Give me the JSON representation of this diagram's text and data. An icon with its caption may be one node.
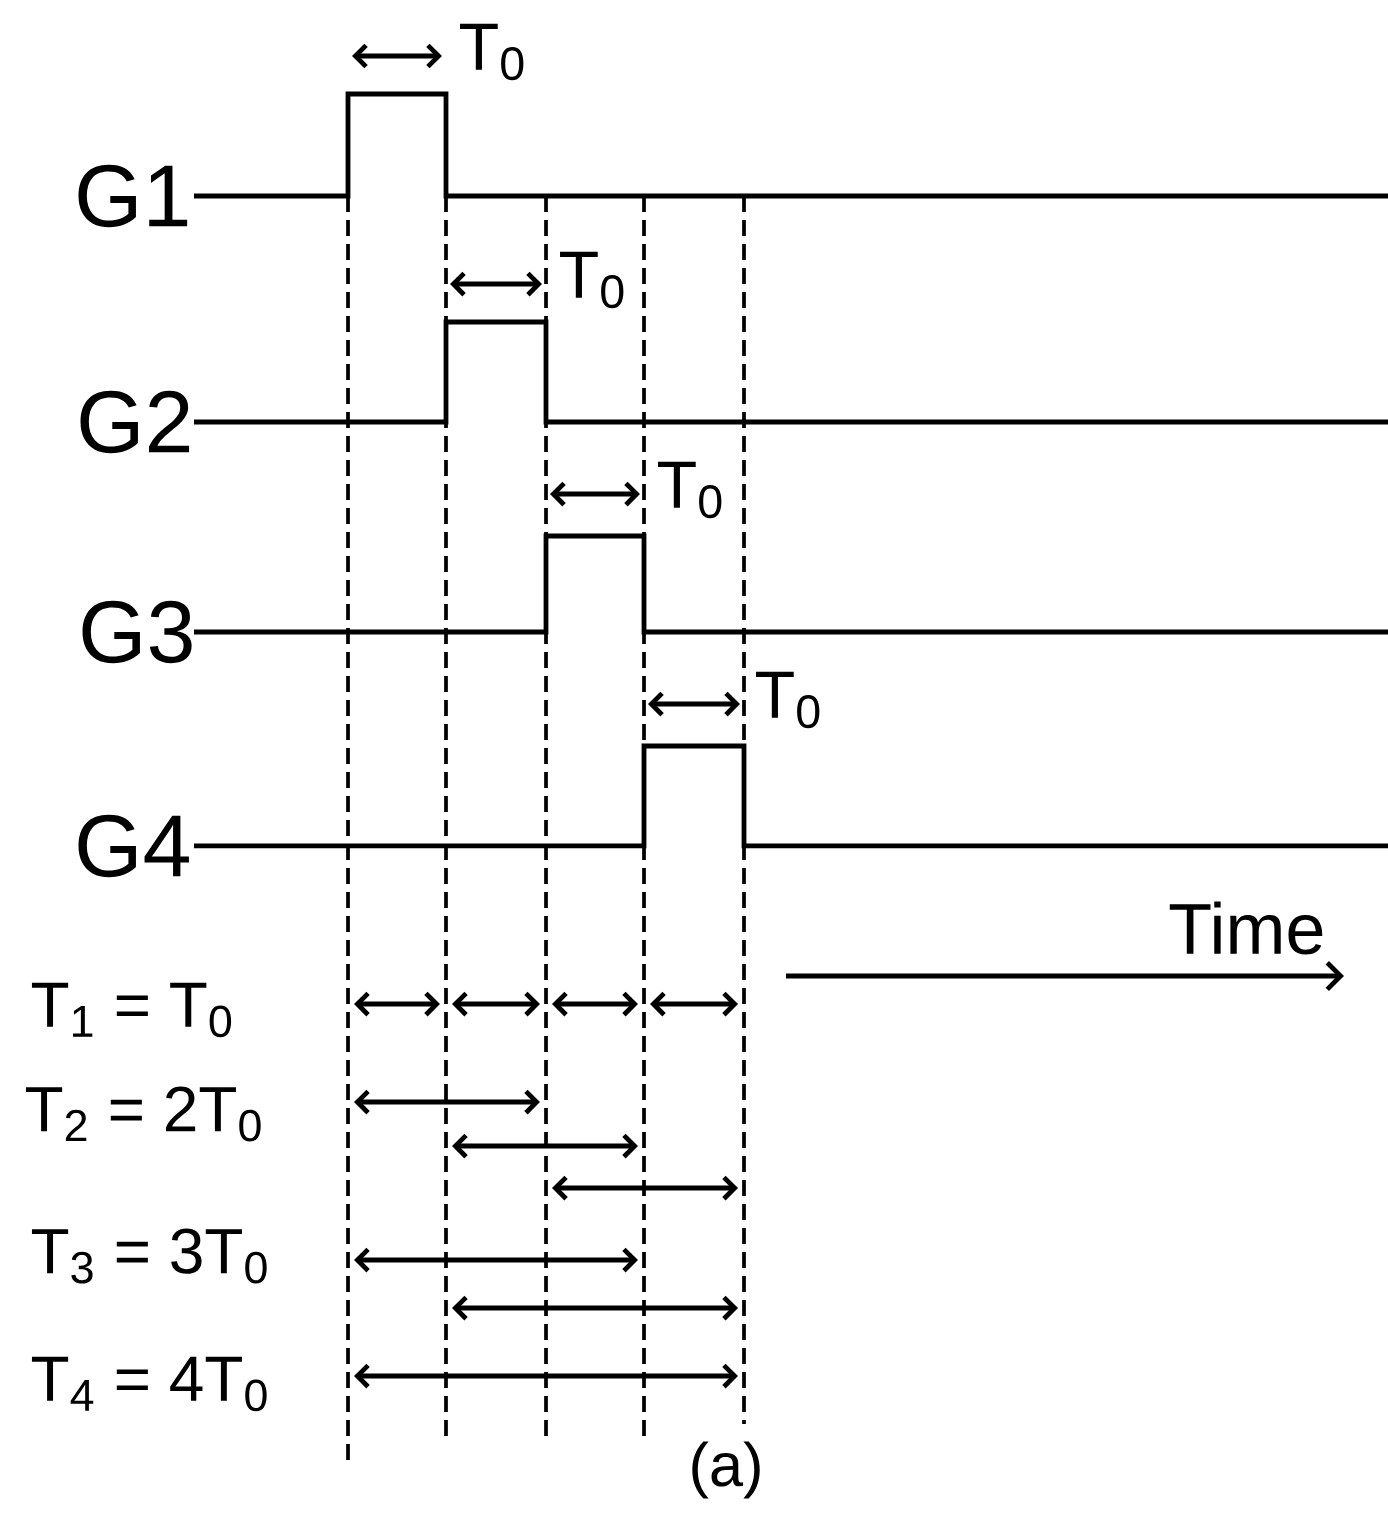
{
  "diagram": {
    "caption": "(a)",
    "labels": [
      "T$_{0}$",
      "G1",
      "T$_{0}$",
      "G2",
      "T$_{0}$",
      "G3",
      "T$_{0}$",
      "G4",
      "Time",
      "T$_{1}$ = T$_{0}$",
      "T$_{2}$ = 2T$_{0}$",
      "T$_{3}$ = 3T$_{0}$",
      "T$_{4}$ = 4T$_{0}$"
    ]
  }
}
